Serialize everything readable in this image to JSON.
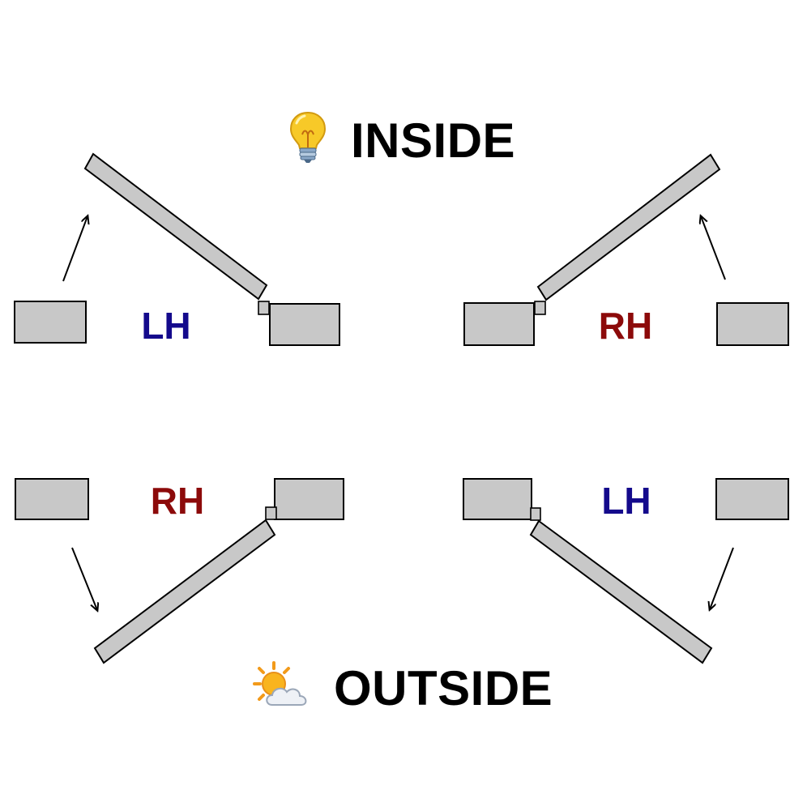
{
  "headings": {
    "inside": {
      "label": "INSIDE",
      "icon": "lightbulb-icon"
    },
    "outside": {
      "label": "OUTSIDE",
      "icon": "sun-behind-cloud-icon"
    }
  },
  "doors": [
    {
      "id": "top-left",
      "hand": "LH",
      "opens_to": "inside",
      "hinge_side": "right"
    },
    {
      "id": "top-right",
      "hand": "RH",
      "opens_to": "inside",
      "hinge_side": "left"
    },
    {
      "id": "bottom-left",
      "hand": "RH",
      "opens_to": "outside",
      "hinge_side": "right"
    },
    {
      "id": "bottom-right",
      "hand": "LH",
      "opens_to": "outside",
      "hinge_side": "left"
    }
  ],
  "colors": {
    "LH": "#140a8c",
    "RH": "#8c0a0a",
    "fill": "#c8c8c8",
    "stroke": "#000000"
  }
}
